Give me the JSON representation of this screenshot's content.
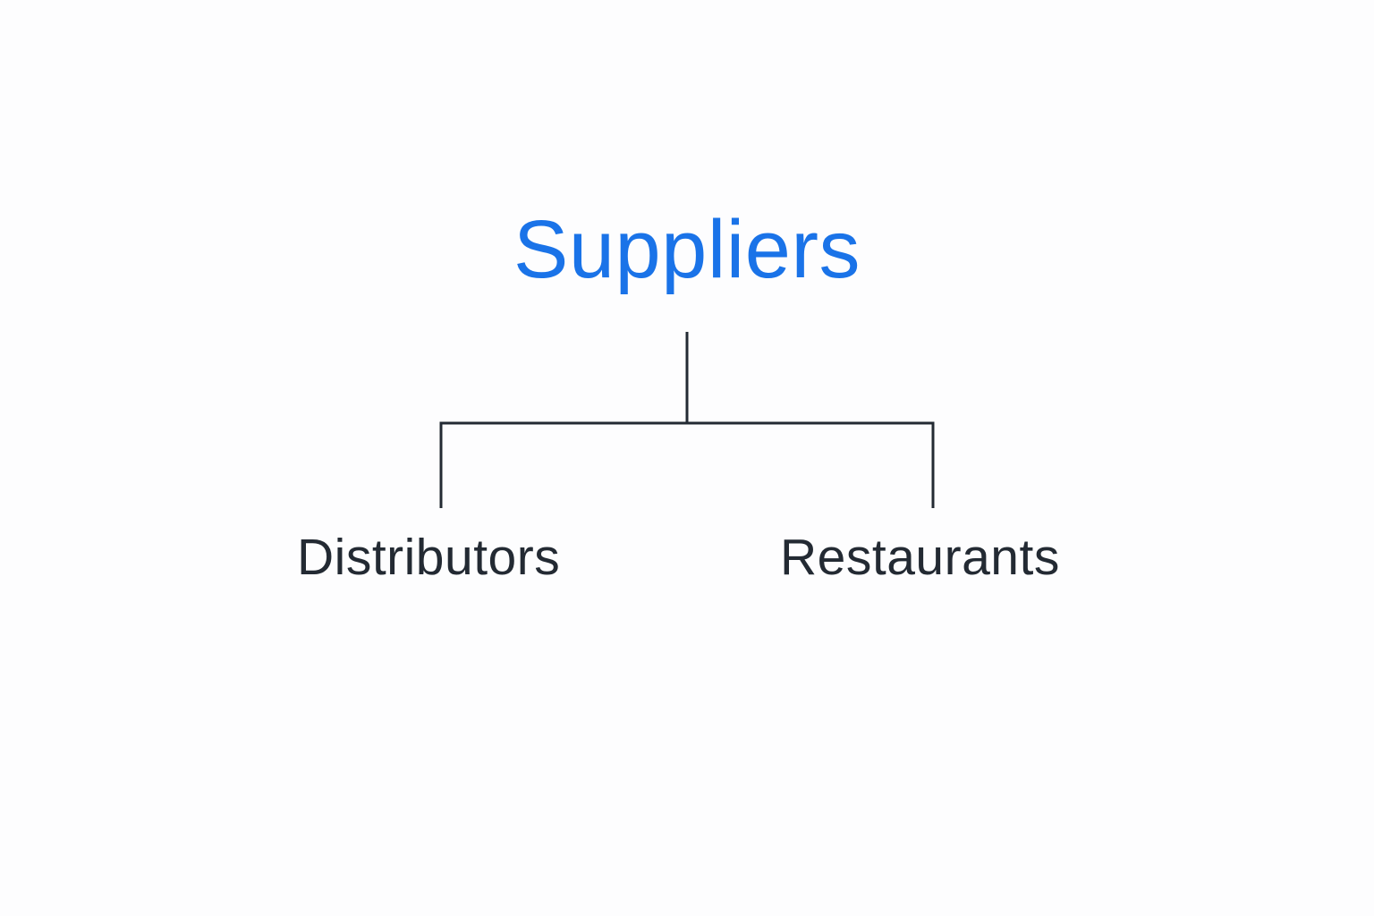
{
  "diagram": {
    "root": {
      "label": "Suppliers"
    },
    "children": [
      {
        "label": "Distributors"
      },
      {
        "label": "Restaurants"
      }
    ]
  },
  "colors": {
    "background": "#fdfdfe",
    "root_text": "#1a73e8",
    "child_text": "#232a33",
    "connector": "#232a33"
  }
}
